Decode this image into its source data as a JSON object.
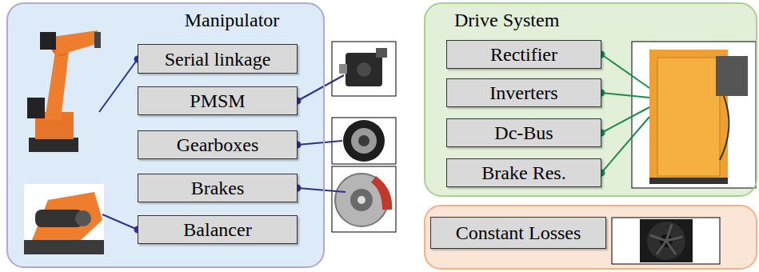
{
  "diagram": {
    "nodes": [
      {
        "text": [
          "Manipulator"
        ]
      },
      {
        "text": [
          "Serial linkage"
        ],
        "in": 0
      },
      {
        "text": [
          "PMSM"
        ],
        "in": 0
      },
      {
        "text": [
          "Gearboxes"
        ],
        "in": 0
      },
      {
        "text": [
          "Brakes"
        ],
        "in": 0
      },
      {
        "text": [
          "Balancer"
        ],
        "in": 0
      },
      {
        "text": [
          "Drive System"
        ]
      },
      {
        "text": [
          "Rectifier"
        ],
        "in": 6
      },
      {
        "text": [
          "Inverters"
        ],
        "in": 6
      },
      {
        "text": [
          "Dc-Bus"
        ],
        "in": 6
      },
      {
        "text": [
          "Brake Res."
        ],
        "in": 6
      },
      {
        "text": [
          "Constant Losses"
        ]
      }
    ]
  }
}
